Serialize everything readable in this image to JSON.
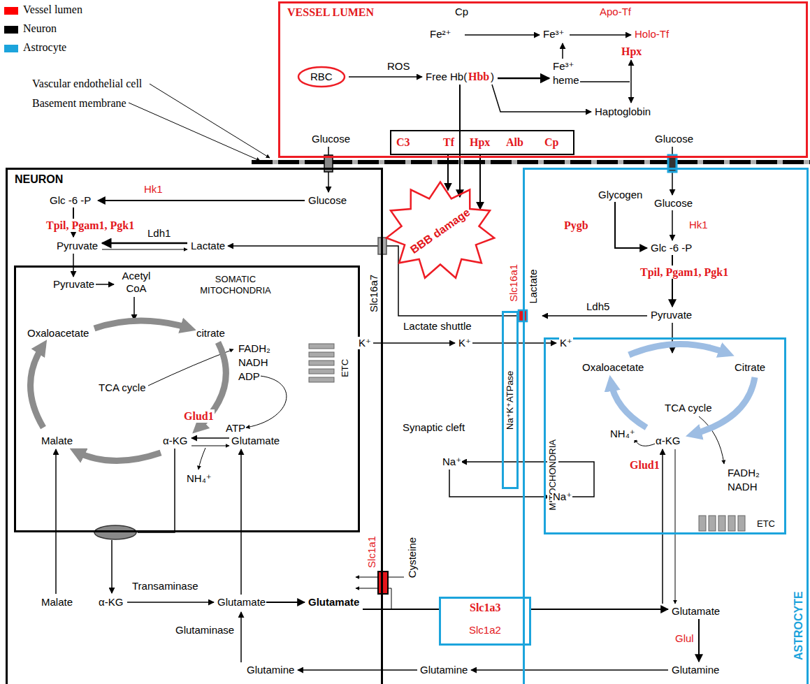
{
  "diagram": {
    "nodes": [
      {
        "text": [
          "VESSEL LUMEN"
        ]
      },
      {
        "text": [
          "RBC"
        ],
        "in": 0
      },
      {
        "text": [
          "C3",
          "Tf",
          "Hpx",
          "Alb",
          "Cp"
        ],
        "in": 0
      },
      {
        "text": [
          "BBB damage"
        ]
      },
      {
        "text": [
          "NEURON"
        ]
      },
      {
        "text": [
          "SOMATIC MITOCHONDRIA"
        ],
        "in": 4
      },
      {
        "text": [
          "Na⁺K⁺ATPase"
        ]
      },
      {
        "text": [
          "Slc1a3",
          "Slc1a2"
        ]
      },
      {
        "text": [
          "ASTROCYTE"
        ]
      },
      {
        "text": [
          "MITOCHONDRIA"
        ],
        "in": 8
      }
    ],
    "edges": [
      {
        "from": 2,
        "to": 3,
        "arrow": "to"
      },
      {
        "from": 2,
        "to": 3,
        "arrow": "to"
      }
    ],
    "labels": [
      "Cp",
      "Fe²⁺",
      "Fe³⁺",
      "Apo-Tf",
      "Holo-Tf",
      "Hpx",
      "ROS",
      "Free Hb(",
      "Hbb",
      ")",
      "Fe³⁺",
      "heme",
      "Haptoglobin",
      "Glucose",
      "Glucose",
      "Vascular endothelial cell",
      "Basement membrane",
      "Hk1",
      "Glc -6 -P",
      "Glucose",
      "Tpil, Pgam1, Pgk1",
      "Ldh1",
      "Pyruvate",
      "Lactate",
      "Slc16a7",
      "Lactate shuttle",
      "Slc16a1",
      "Lactate",
      "Pyruvate",
      "Acetyl CoA",
      "Oxaloacetate",
      "citrate",
      "TCA cycle",
      "FADH₂",
      "NADH",
      "ADP",
      "ATP",
      "ETC",
      "Glud1",
      "α-KG",
      "Glutamate",
      "Malate",
      "NH₄⁺",
      "Malate",
      "α-KG",
      "Transaminase",
      "Glutamate",
      "Glutaminase",
      "Glutamine",
      "Glutamate",
      "Slc1a1",
      "Cysteine",
      "K⁺",
      "K⁺",
      "K⁺",
      "Synaptic cleft",
      "Na⁺",
      "Na⁺",
      "Glutamine",
      "Glycogen",
      "Glucose",
      "Pygb",
      "Hk1",
      "Glc -6 -P",
      "Tpil, Pgam1, Pgk1",
      "Ldh5",
      "Pyruvate",
      "Oxaloacetate",
      "Citrate",
      "TCA cycle",
      "NH₄⁺",
      "α-KG",
      "Glud1",
      "FADH₂",
      "NADH",
      "ETC",
      "Glutamate",
      "Glul",
      "Glutamine"
    ],
    "legend": [
      {
        "text": "Vessel lumen",
        "color": "#ff0000"
      },
      {
        "text": "Neuron",
        "color": "#000000"
      },
      {
        "text": "Astrocyte",
        "color": "#1ca4dc"
      }
    ]
  }
}
